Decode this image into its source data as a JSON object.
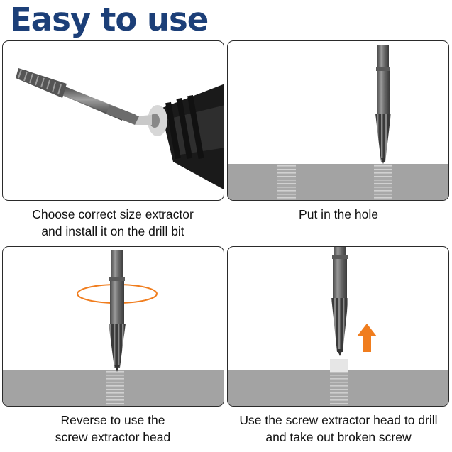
{
  "title": "Easy to use",
  "steps": [
    {
      "line1": "Choose correct size extractor",
      "line2": "and install it on the drill bit"
    },
    {
      "line1": "Put in the hole",
      "line2": ""
    },
    {
      "line1": "Reverse to use the",
      "line2": "screw extractor head"
    },
    {
      "line1": "Use the screw extractor head to drill",
      "line2": "and take out broken screw"
    }
  ],
  "colors": {
    "title": "#1c3f78",
    "accent": "#f07d1e",
    "surface": "#a3a3a3"
  },
  "icons": [
    "drill-icon",
    "rotation-ring-icon",
    "up-arrow-icon"
  ]
}
